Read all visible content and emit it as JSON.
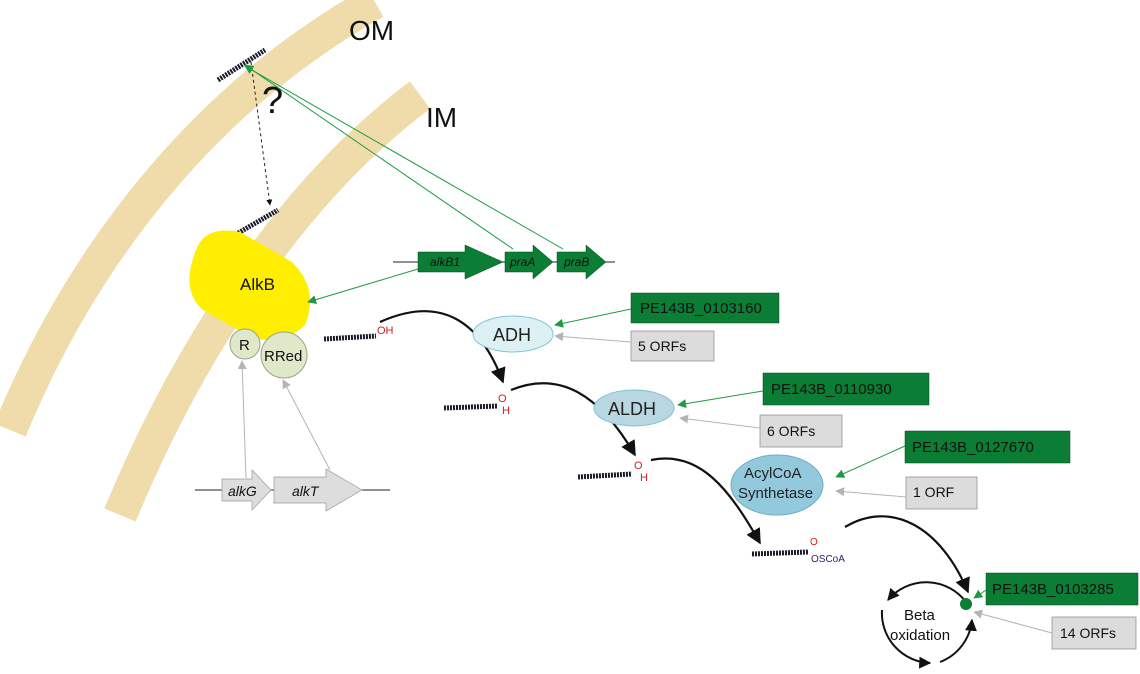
{
  "membranes": {
    "outer": "OM",
    "inner": "IM",
    "unknown_transport": "?"
  },
  "enzymes": {
    "alkb": "AlkB",
    "rubredoxin": "R",
    "rubredoxin_reductase": "RRed",
    "adh": "ADH",
    "aldh": "ALDH",
    "acylcoa_line1": "AcylCoA",
    "acylcoa_line2": "Synthetase",
    "beta_line1": "Beta",
    "beta_line2": "oxidation"
  },
  "genes": {
    "alkB1": "alkB1",
    "praA": "praA",
    "praB": "praB",
    "alkG": "alkG",
    "alkT": "alkT"
  },
  "loci": {
    "adh": "PE143B_0103160",
    "aldh": "PE143B_0110930",
    "acylcoa": "PE143B_0127670",
    "beta": "PE143B_0103285"
  },
  "orf_counts": {
    "adh": "5 ORFs",
    "aldh": "6 ORFs",
    "acylcoa": "1 ORF",
    "beta": "14 ORFs"
  },
  "chem": {
    "oh_alcohol": "OH",
    "aldehyde_o": "O",
    "aldehyde_h": "H",
    "acid_o": "O",
    "acid_h": "H",
    "coa_o": "O",
    "coa_group": "OSCoA"
  },
  "colors": {
    "membrane": "#efdcaa",
    "alkb": "#ffee00",
    "r_fill": "#dfe8c8",
    "adh_fill": "#ddf0f4",
    "aldh_fill": "#b8d7e0",
    "acyl_fill": "#93c9dc",
    "green_box": "#0b7d35",
    "grey_box": "#dcdcdc",
    "grey_arrow": "#b4b4b4",
    "green_arrow": "#1e9a45",
    "chem_red": "#cc2222",
    "chem_blue": "#24246e"
  }
}
